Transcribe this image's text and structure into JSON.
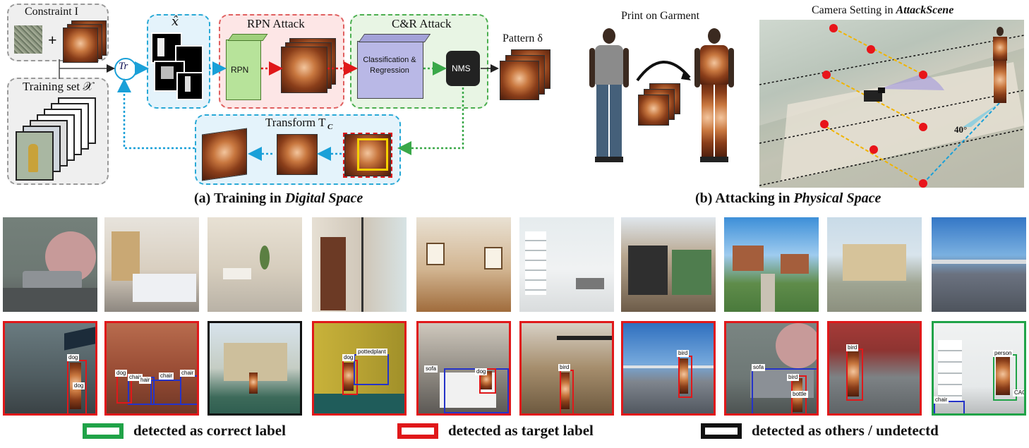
{
  "panel_a": {
    "constraint_label": "Constraint I",
    "plus": "+",
    "training_label": "Training set 𝒳",
    "tr_label": "Tr",
    "xhat_label": "𝑥̂",
    "rpn_attack_label": "RPN Attack",
    "rpn_block": "RPN",
    "cr_attack_label": "C&R Attack",
    "cls_block": "Classification & Regression",
    "nms_block": "NMS",
    "pattern_label": "Pattern δ",
    "transform_label": "Transform T",
    "transform_sub": "C",
    "caption_prefix": "(a) Training in ",
    "caption_italic": "Digital Space"
  },
  "panel_b": {
    "print_label": "Print on Garment",
    "camera_label_prefix": "Camera Setting in ",
    "camera_label_italic": "AttackScene",
    "angle_label": "40°",
    "caption_prefix": "(b) Attacking in ",
    "caption_italic": "Physical Space"
  },
  "detections": {
    "dog": "dog",
    "chair": "chair",
    "hair": "hair",
    "pottedplant": "pottedplant",
    "sofa": "sofa",
    "bird": "bird",
    "person": "person",
    "bottle": "bottle",
    "cac": "CAC"
  },
  "legend": {
    "correct": "detected as correct label",
    "target": "detected as target label",
    "others": "detected as others / undetectd"
  },
  "colors": {
    "correct": "#20a348",
    "target": "#e0181a",
    "others": "#111111",
    "cyan_flow": "#1aa0d8",
    "red_flow": "#e0181a",
    "green_flow": "#3aa849"
  }
}
